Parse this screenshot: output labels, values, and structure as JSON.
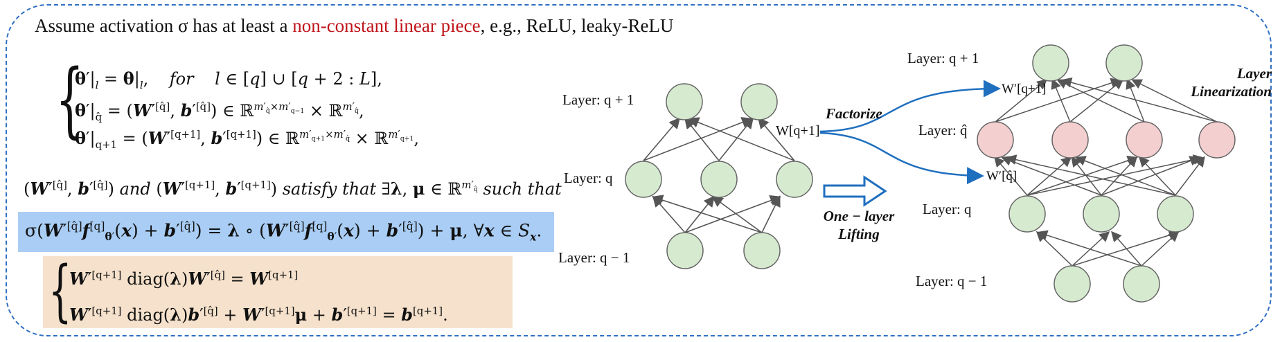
{
  "headline": {
    "prefix": "Assume activation σ has at least a ",
    "highlight": "non-constant linear piece",
    "suffix": ", e.g., ReLU, leaky-ReLU",
    "highlight_color": "#c0151b"
  },
  "equations": {
    "system1": [
      "θ′|ₗ = θ|ₗ,    for   l ∈ [q] ∪ [q + 2 : L],",
      "θ′|q̂ = (W′[q̂], b′[q̂]) ∈ ℝ^(m′q̂ × m′q−1) × ℝ^(m′q̂),",
      "θ′|q+1 = (W′[q+1], b′[q+1]) ∈ ℝ^(m′q+1 × m′q̂) × ℝ^(m′q+1),"
    ],
    "satisfy": "(W′[q̂], b′[q̂]) and (W′[q+1], b′[q+1]) satisfy that ∃λ, μ ∈ ℝ^(m′q̂) such that",
    "highlighted": "σ(W′[q̂] f[q]θ′(x) + b′[q̂]) = λ ∘ (W′[q̂] f[q]θ′(x) + b′[q̂]) + μ, ∀x ∈ Sₓ.",
    "system2": [
      "W′[q+1] diag(λ) W′[q̂] = W[q+1]",
      "W′[q+1] diag(λ) b′[q̂] + W′[q+1] μ + b′[q+1] = b[q+1]."
    ]
  },
  "diagram": {
    "left_network": {
      "layers": [
        "Layer: q + 1",
        "Layer: q",
        "Layer: q − 1"
      ],
      "weight_label": "W[q+1]"
    },
    "transform_label": [
      "One − layer",
      "Lifting"
    ],
    "factorize_label": "Factorize",
    "right_network": {
      "layers": [
        "Layer: q + 1",
        "Layer: q̂",
        "Layer: q",
        "Layer: q − 1"
      ],
      "weight_labels": [
        "W′[q+1]",
        "W′[q̂]"
      ]
    },
    "linearization_label": [
      "Layer",
      "Linearization"
    ],
    "colors": {
      "green_node": "#d6ead0",
      "pink_node": "#f4cfd0",
      "arrow_blue": "#1f6fbf",
      "blue_box": "#a9cdf4",
      "orange_box": "#f6e2cc"
    }
  }
}
